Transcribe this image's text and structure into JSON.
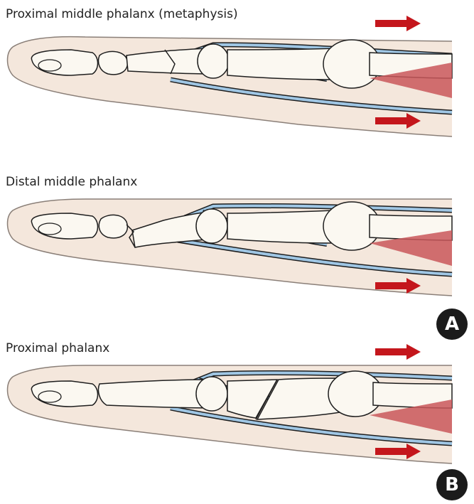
{
  "panels": [
    {
      "label": "Proximal middle phalanx (metaphysis)",
      "fracture": "proximal-middle"
    },
    {
      "label": "Distal middle phalanx",
      "fracture": "distal-middle"
    },
    {
      "label": "Proximal phalanx",
      "fracture": "proximal"
    }
  ],
  "badges": {
    "a": "A",
    "b": "B"
  },
  "colors": {
    "skin": "#f4e7dc",
    "skin_outline": "#8a7f78",
    "bone": "#fbf8f1",
    "bone_outline": "#1e1e1e",
    "tendon": "#9fc6e4",
    "tendon_outline": "#1e1e1e",
    "muscle": "#c9575a",
    "arrow": "#c4161c"
  }
}
